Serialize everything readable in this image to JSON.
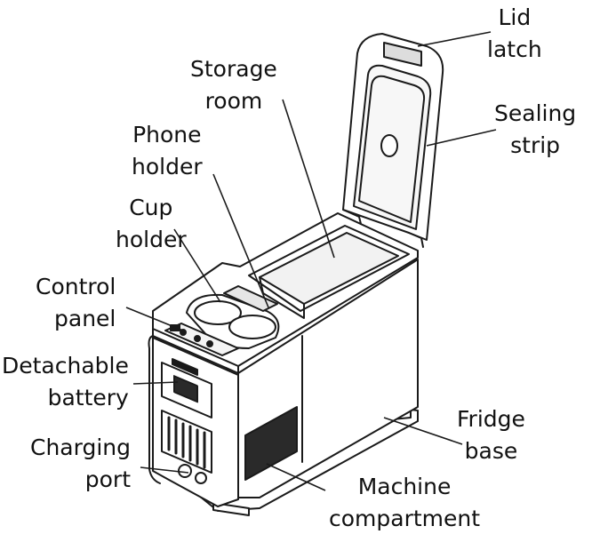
{
  "labels": {
    "lid_latch": [
      "Lid",
      "latch"
    ],
    "storage_room": [
      "Storage",
      "room"
    ],
    "sealing_strip": [
      "Sealing",
      "strip"
    ],
    "phone_holder": [
      "Phone",
      "holder"
    ],
    "cup_holder": [
      "Cup",
      "holder"
    ],
    "control_panel": [
      "Control",
      "panel"
    ],
    "detachable_battery": [
      "Detachable",
      "battery"
    ],
    "fridge_base": [
      "Fridge",
      "base"
    ],
    "charging_port": [
      "Charging",
      "port"
    ],
    "machine_compartment": [
      "Machine",
      "compartment"
    ]
  },
  "colors": {
    "line": "#1a1a1a",
    "dark_grille": "#2a2a2a",
    "fill": "#ffffff",
    "shade": "#e6e6e6"
  }
}
